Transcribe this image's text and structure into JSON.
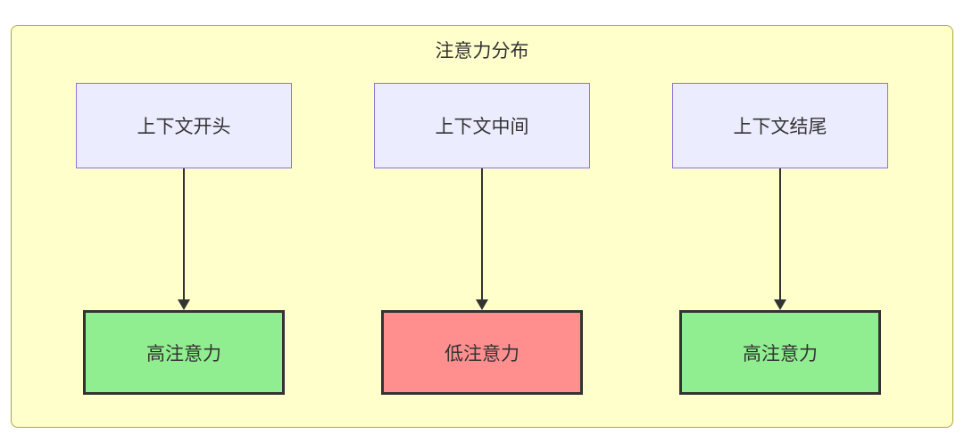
{
  "diagram": {
    "title": "注意力分布",
    "colors": {
      "container_background": "#ffffcc",
      "container_border": "#aaaa33",
      "source_node_background": "#ECECFF",
      "source_node_border": "#9370DB",
      "high_attention_background": "#90EE90",
      "low_attention_background": "#FF8F8F",
      "target_node_border": "#333333",
      "arrow_color": "#333333",
      "text_color": "#333333"
    },
    "nodes": [
      {
        "source": "上下文开头",
        "target": "高注意力",
        "level": "high"
      },
      {
        "source": "上下文中间",
        "target": "低注意力",
        "level": "low"
      },
      {
        "source": "上下文结尾",
        "target": "高注意力",
        "level": "high"
      }
    ]
  }
}
